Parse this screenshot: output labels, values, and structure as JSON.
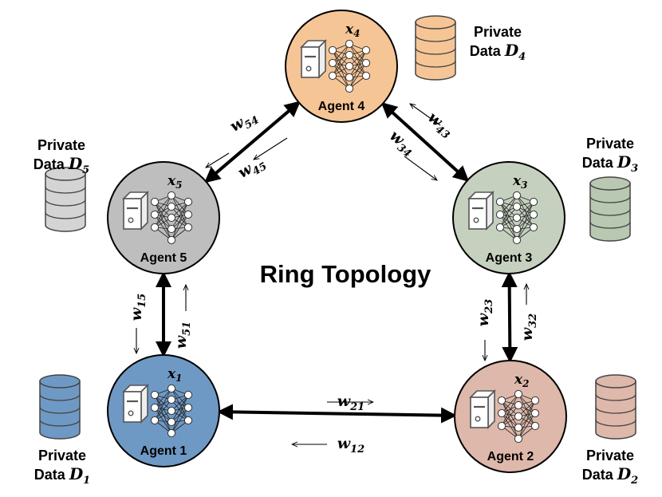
{
  "title": "Ring Topology",
  "agents": [
    {
      "id": 1,
      "label": "Agent 1",
      "x_base": "x",
      "x_sub": "1",
      "fill": "#6f99c5",
      "storage_fill": "#6f99c5",
      "data_line1": "Private",
      "data_base": "Data ",
      "data_var": "D",
      "data_sub": "1"
    },
    {
      "id": 2,
      "label": "Agent 2",
      "x_base": "x",
      "x_sub": "2",
      "fill": "#deb8aa",
      "storage_fill": "#deb8aa",
      "data_line1": "Private",
      "data_base": "Data ",
      "data_var": "D",
      "data_sub": "2"
    },
    {
      "id": 3,
      "label": "Agent 3",
      "x_base": "x",
      "x_sub": "3",
      "fill": "#c5d1be",
      "storage_fill": "#b9c8b1",
      "data_line1": "Private",
      "data_base": "Data ",
      "data_var": "D",
      "data_sub": "3"
    },
    {
      "id": 4,
      "label": "Agent 4",
      "x_base": "x",
      "x_sub": "4",
      "fill": "#f6c596",
      "storage_fill": "#f6c596",
      "data_line1": "Private",
      "data_base": "Data ",
      "data_var": "D",
      "data_sub": "4"
    },
    {
      "id": 5,
      "label": "Agent 5",
      "x_base": "x",
      "x_sub": "5",
      "fill": "#bebebe",
      "storage_fill": "#d4d4d4",
      "data_line1": "Private",
      "data_base": "Data ",
      "data_var": "D",
      "data_sub": "5"
    }
  ],
  "weights": [
    {
      "base": "w",
      "sub": "12"
    },
    {
      "base": "w",
      "sub": "21"
    },
    {
      "base": "w",
      "sub": "23"
    },
    {
      "base": "w",
      "sub": "32"
    },
    {
      "base": "w",
      "sub": "34"
    },
    {
      "base": "w",
      "sub": "43"
    },
    {
      "base": "w",
      "sub": "45"
    },
    {
      "base": "w",
      "sub": "54"
    },
    {
      "base": "w",
      "sub": "15"
    },
    {
      "base": "w",
      "sub": "51"
    }
  ],
  "colors": {
    "edge": "#000000",
    "node_stroke": "#000000",
    "icon_stroke": "#555555",
    "neuron_fill": "#ffffff"
  }
}
